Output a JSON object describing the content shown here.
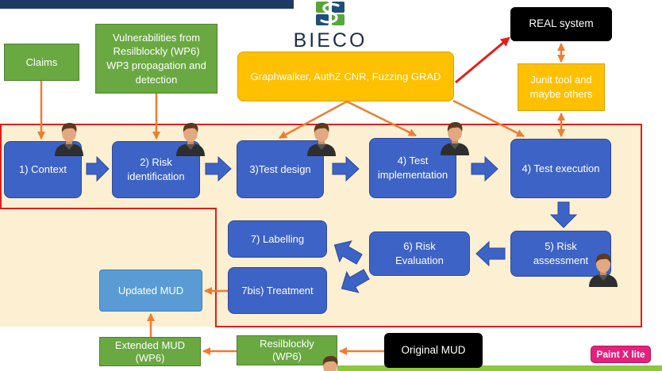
{
  "header": {
    "logo_text": "BIECO"
  },
  "inputs": {
    "claims": "Claims",
    "vulnerabilities": [
      "Vulnerabilities from",
      "Resilblockly (WP6)",
      "WP3 propagation and",
      "detection"
    ],
    "tools": "Graphwalker, AuthZ CNR, Fuzzing GRAD",
    "real_system": "REAL system",
    "junit": [
      "Junit tool and",
      "maybe others"
    ]
  },
  "steps": {
    "context": "1) Context",
    "risk_identification": [
      "2) Risk",
      "identification"
    ],
    "test_design": "3)Test design",
    "test_implementation": [
      "4) Test",
      "implementation"
    ],
    "test_execution": "4) Test execution",
    "risk_assessment": [
      "5) Risk",
      "assessment"
    ],
    "risk_evaluation": [
      "6) Risk",
      "Evaluation"
    ],
    "labelling": "7) Labelling",
    "treatment": "7bis) Treatment"
  },
  "mud": {
    "updated": "Updated MUD",
    "extended": [
      "Extended MUD",
      "(WP6)"
    ],
    "resilblockly": [
      "Resilblockly",
      "(WP6)"
    ],
    "original": "Original MUD"
  },
  "watermark_button": "Paint X lite",
  "icons": {
    "actor": "person-icon",
    "logo": "bieco-logo-icon"
  },
  "colors": {
    "header_bar": "#1f3864",
    "scope_fill": "#fcefd2",
    "scope_outline": "#e51c1c",
    "step_box": "#3e63c6",
    "updated_mud_box": "#5b9bd5",
    "input_box": "#6aa842",
    "tool_box": "#ffc000",
    "system_box": "#000000",
    "flow_arrow": "#ed7d31",
    "real_link_arrow": "#e51c1c",
    "bottom_rule": "#8dc63f",
    "watermark_button": "#e6207c"
  }
}
